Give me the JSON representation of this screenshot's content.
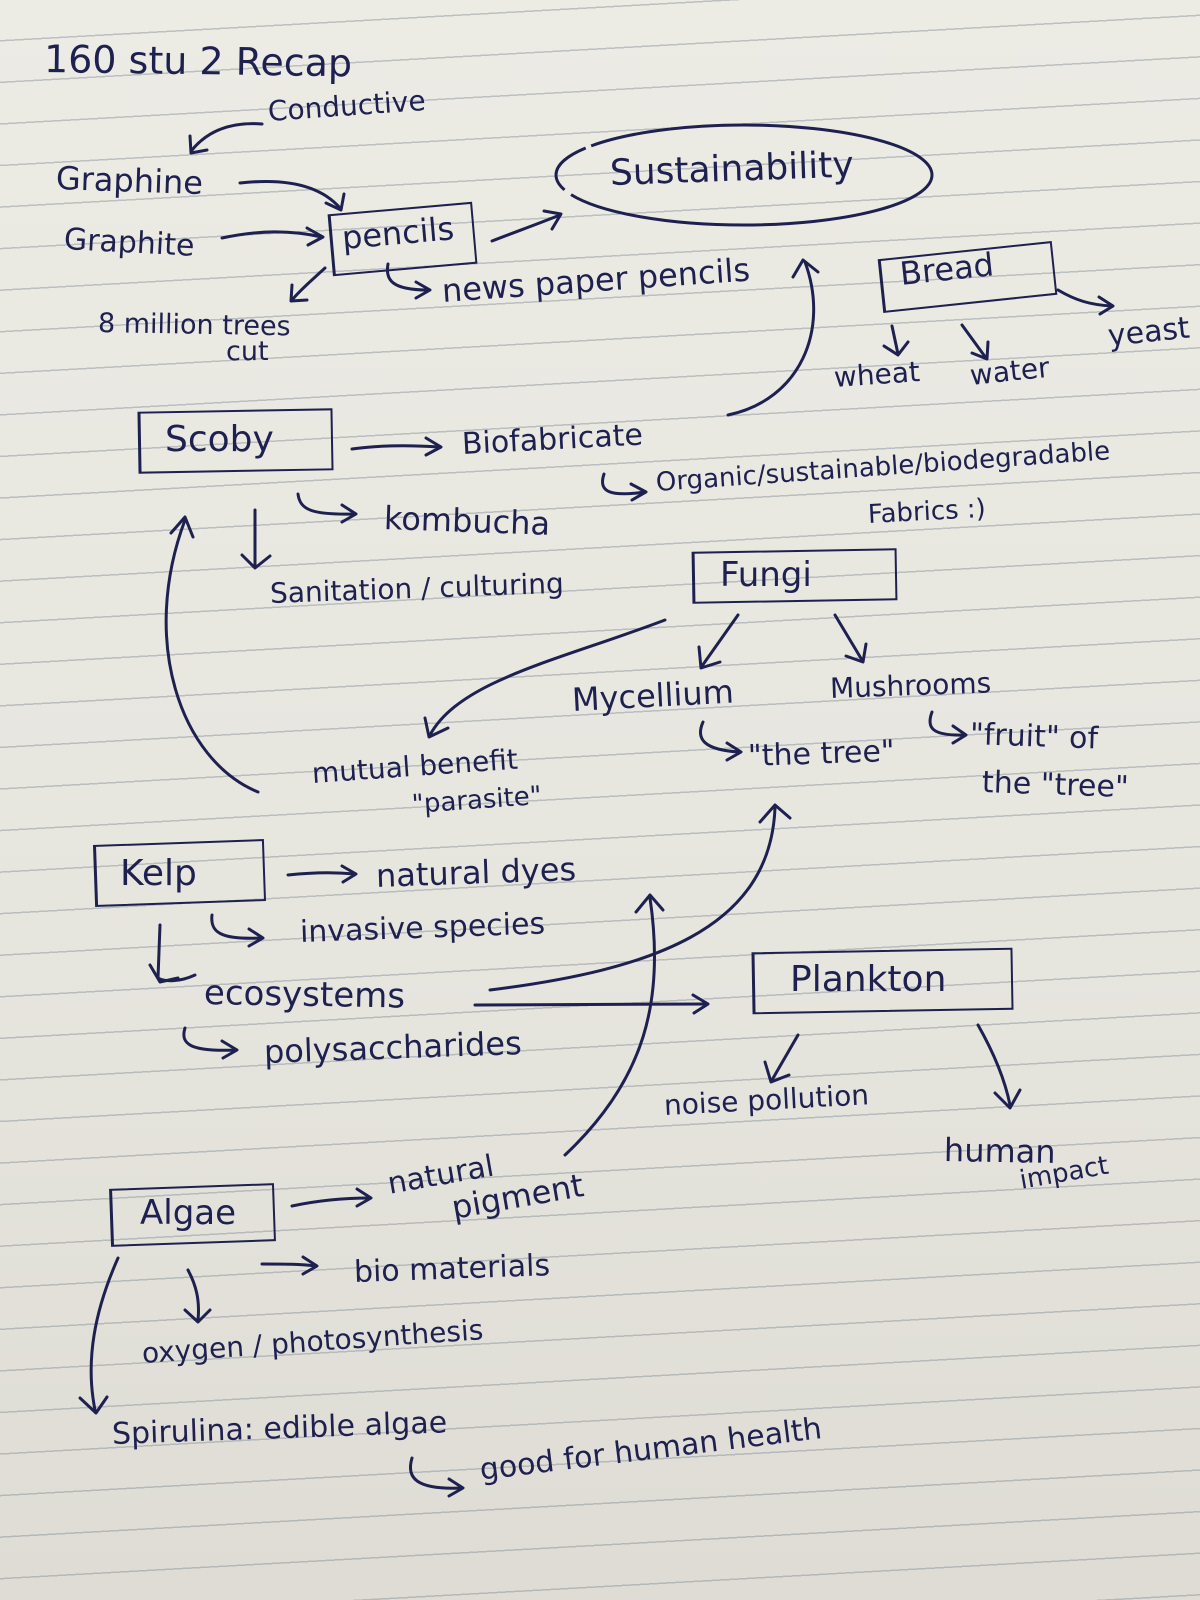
{
  "page": {
    "title": "160 stu 2  Recap"
  },
  "diagram": {
    "conductive": "Conductive",
    "graphine": "Graphine",
    "graphite": "Graphite",
    "pencils": "pencils",
    "sustainability": "Sustainability",
    "newspaper_pencils": "news paper pencils",
    "trees_line1": "8 million trees",
    "trees_line2": "cut",
    "bread": "Bread",
    "wheat": "wheat",
    "water": "water",
    "yeast": "yeast",
    "scoby": "Scoby",
    "biofabricate": "Biofabricate",
    "fabrics_line1": "Organic/sustainable/biodegradable",
    "fabrics_line2": "Fabrics :)",
    "kombucha": "kombucha",
    "sanitation": "Sanitation / culturing",
    "fungi": "Fungi",
    "mycellium": "Mycellium",
    "mushrooms": "Mushrooms",
    "the_tree": "\"the tree\"",
    "fruit_line1": "\"fruit\" of",
    "fruit_line2": "the \"tree\"",
    "mutual_benefit": "mutual benefit",
    "parasite": "\"parasite\"",
    "kelp": "Kelp",
    "natural_dyes": "natural dyes",
    "invasive_species": "invasive species",
    "ecosystems": "ecosystems",
    "polysaccharides": "polysaccharides",
    "plankton": "Plankton",
    "noise_pollution": "noise pollution",
    "human_impact_line1": "human",
    "human_impact_line2": "impact",
    "algae": "Algae",
    "natural_pigment_line1": "natural",
    "natural_pigment_line2": "pigment",
    "bio_materials": "bio materials",
    "oxygen": "oxygen / photosynthesis",
    "spirulina": "Spirulina: edible algae",
    "good_for_health": "good for human health"
  },
  "colors": {
    "ink": "#1e2150",
    "paper": "#ecebe4",
    "rule_line": "#828c96"
  }
}
